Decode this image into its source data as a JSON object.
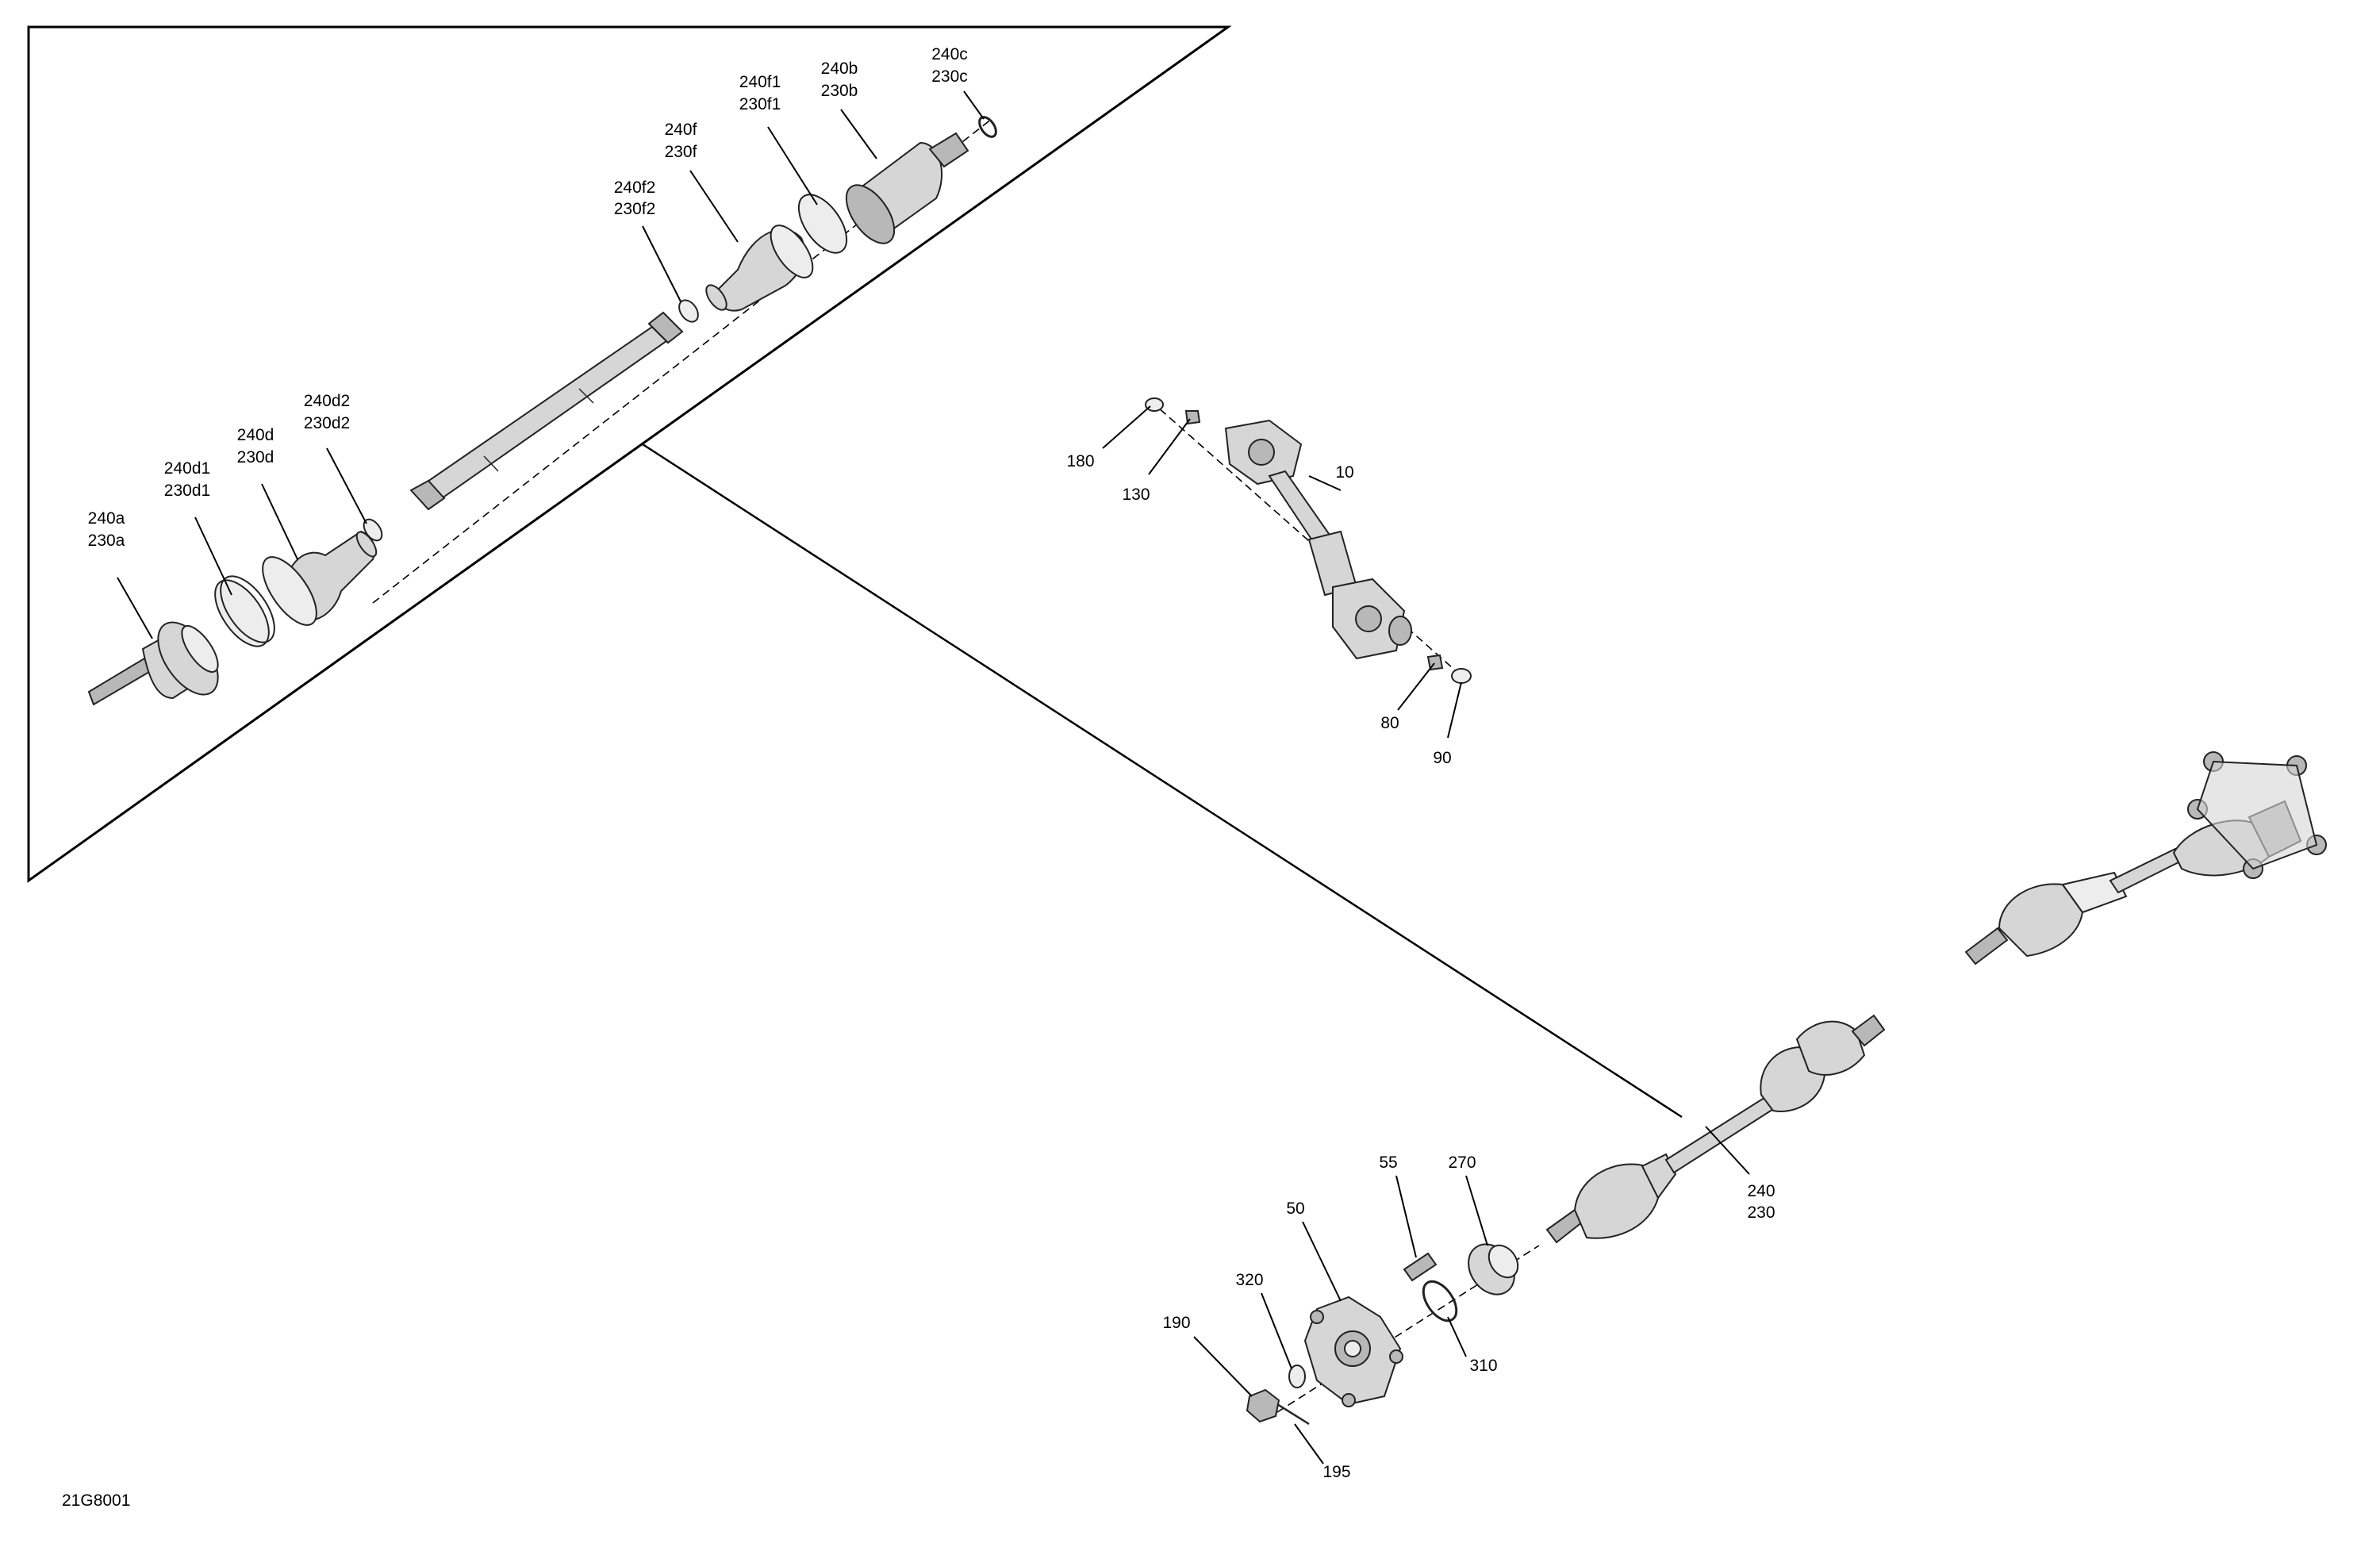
{
  "figure_code": "21G8001",
  "callouts": {
    "a240a_230a": [
      "240a",
      "230a"
    ],
    "a240d1_230d1": [
      "240d1",
      "230d1"
    ],
    "a240d_230d": [
      "240d",
      "230d"
    ],
    "a240d2_230d2": [
      "240d2",
      "230d2"
    ],
    "a240f2_230f2": [
      "240f2",
      "230f2"
    ],
    "a240f_230f": [
      "240f",
      "230f"
    ],
    "a240f1_230f1": [
      "240f1",
      "230f1"
    ],
    "a240b_230b": [
      "240b",
      "230b"
    ],
    "a240c_230c": [
      "240c",
      "230c"
    ],
    "a180": "180",
    "a130": "130",
    "a10": "10",
    "a80": "80",
    "a90": "90",
    "a240_230": [
      "240",
      "230"
    ],
    "a55": "55",
    "a270": "270",
    "a50": "50",
    "a320": "320",
    "a190": "190",
    "a310": "310",
    "a195": "195"
  }
}
